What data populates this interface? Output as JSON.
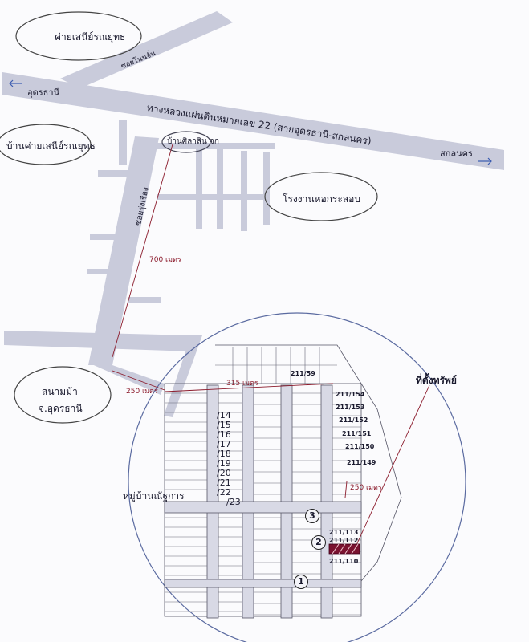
{
  "map": {
    "places": {
      "camp_top": "ค่ายเสนีย์รณยุทธ",
      "camp_village": "บ้านค่ายเสนีย์รณยุทธ",
      "factory": "โรงงานหอกระสอบ",
      "racecourse_line1": "สนามม้า",
      "racecourse_line2": "จ.อุดรธานี",
      "village": "หมู่บ้านณัฐการ",
      "landmark": "บ้านศิลาสิน จก"
    },
    "roads": {
      "highway": "ทางหลวงแผ่นดินหมายเลข 22 (สายอุดรธานี-สกลนคร)",
      "dir_west": "อุดรธานี",
      "dir_east": "สกลนคร",
      "soi_top": "ซอยโนนจั่น",
      "soi_main": "ซอยรุ่งเรือง"
    },
    "distances": {
      "d700": "700 เมตร",
      "d250_left": "250 เมตร",
      "d315": "315 เมตร",
      "d250_right": "250 เมตร"
    },
    "property_label": "ที่ตั้งทรัพย์",
    "markers": [
      "1",
      "2",
      "3"
    ],
    "lot_labels": [
      "/14",
      "/15",
      "/16",
      "/17",
      "/18",
      "/19",
      "/20",
      "/21",
      "/22",
      "/23"
    ],
    "plot_numbers": [
      "211/59",
      "211/154",
      "211/153",
      "211/152",
      "211/151",
      "211/150",
      "211/149",
      "211/113",
      "211/112",
      "211/110"
    ],
    "colors": {
      "road": "#c9cbdb",
      "line": "#555566",
      "distance": "#8b1a2b",
      "circle": "#5a6aa0",
      "property": "#7a1230"
    }
  }
}
